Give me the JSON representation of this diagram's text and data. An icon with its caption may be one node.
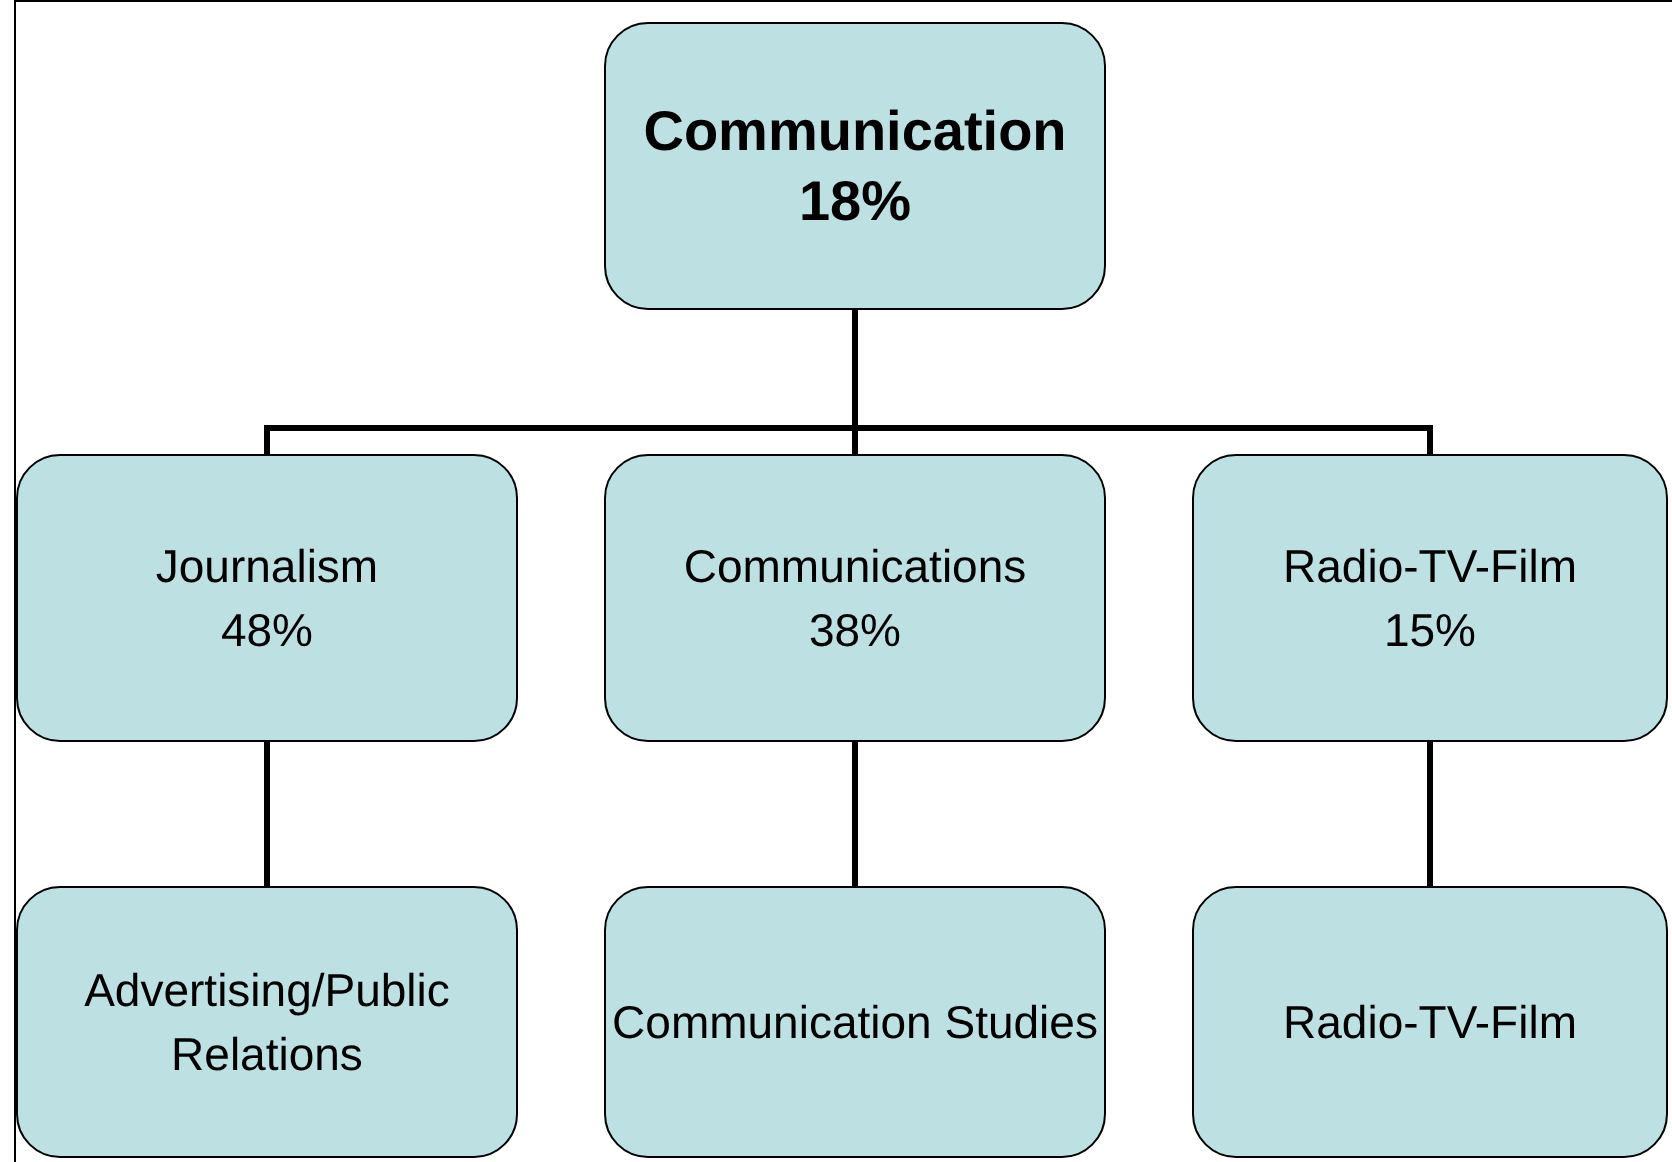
{
  "diagram": {
    "nodes": [
      {
        "text": [
          "Communication",
          "18%"
        ]
      },
      {
        "text": [
          "Journalism",
          "48%"
        ]
      },
      {
        "text": [
          "Communications",
          "38%"
        ]
      },
      {
        "text": [
          "Radio-TV-Film",
          "15%"
        ]
      },
      {
        "text": [
          "Advertising/Public Relations"
        ]
      },
      {
        "text": [
          "Communication Studies"
        ]
      },
      {
        "text": [
          "Radio-TV-Film"
        ]
      }
    ],
    "edges": [
      {
        "from": 0,
        "to": 1,
        "arrow": "none"
      },
      {
        "from": 0,
        "to": 2,
        "arrow": "none"
      },
      {
        "from": 0,
        "to": 3,
        "arrow": "none"
      },
      {
        "from": 1,
        "to": 4,
        "arrow": "none"
      },
      {
        "from": 2,
        "to": 5,
        "arrow": "none"
      },
      {
        "from": 3,
        "to": 6,
        "arrow": "none"
      }
    ]
  }
}
